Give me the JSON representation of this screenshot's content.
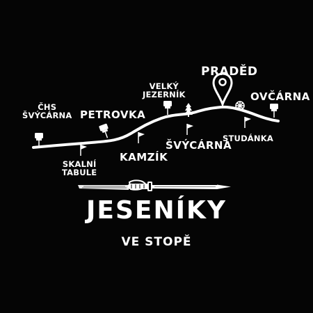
{
  "colors": {
    "background": "#050505",
    "ink": "#ffffff"
  },
  "icons": [
    "map-pin-icon",
    "pennant-flag-icon",
    "pine-tree-icon",
    "snowflake-icon",
    "trekking-pole-icon"
  ],
  "places": {
    "chs_svycarna": [
      "ČHS",
      "ŠVÝCÁRNA"
    ],
    "skalni_tabule": [
      "SKALNÍ",
      "TABULE"
    ],
    "petrovka": [
      "PETROVKA"
    ],
    "kamzik": [
      "KAMZÍK"
    ],
    "velky_jezernik": [
      "VELKÝ",
      "JEZERNÍK"
    ],
    "svycarna": [
      "ŠVÝCÁRNA"
    ],
    "praded": [
      "PRADĚD"
    ],
    "studanka": [
      "STUDÁNKA"
    ],
    "ovcarna": [
      "OVČÁRNA"
    ]
  },
  "title": "JESENÍKY",
  "subtitle": "VE STOPĚ"
}
